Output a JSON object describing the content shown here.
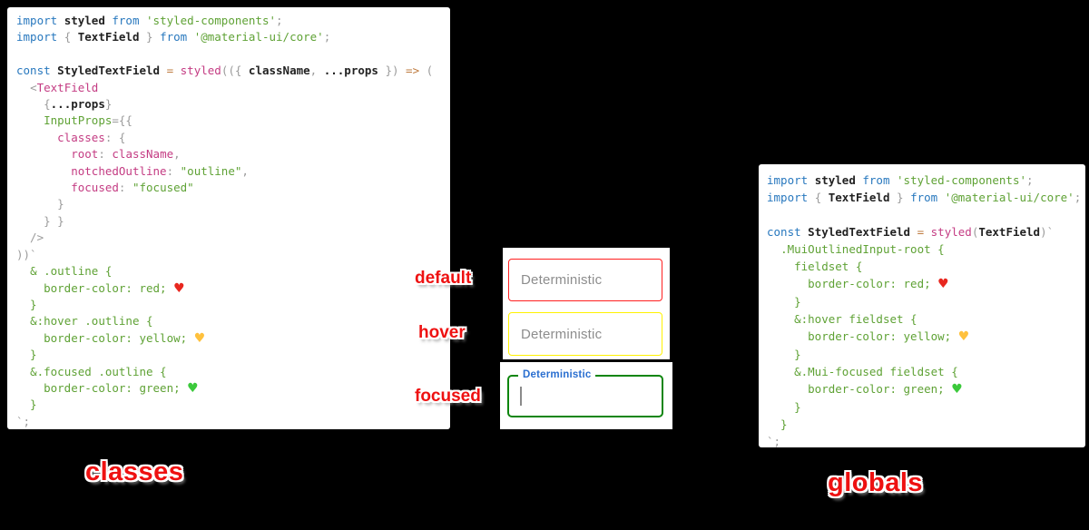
{
  "page": {
    "background": "#000000"
  },
  "colors": {
    "sticker_red": "#ee1111",
    "keyword_blue": "#2878be",
    "string_green": "#5fa235",
    "property_pink": "#c43c83",
    "operator_orange": "#be7a3e",
    "punctuation_gray": "#9b9b9b",
    "placeholder_gray": "#8d8d8d"
  },
  "demo": {
    "state_labels": {
      "default": "default",
      "hover": "hover",
      "focused": "focused"
    },
    "fields": {
      "default": {
        "placeholder": "Deterministic",
        "border_color": "#ff1f1f"
      },
      "hover": {
        "placeholder": "Deterministic",
        "border_color": "#fff200"
      },
      "focused": {
        "label": "Deterministic",
        "border_color": "#0d850d",
        "label_color": "#2a6fd0"
      }
    }
  },
  "panels": {
    "classes": {
      "caption": "classes",
      "lines": [
        [
          [
            "import",
            "kw"
          ],
          [
            " ",
            "pl"
          ],
          [
            "styled",
            "id"
          ],
          [
            " ",
            "pl"
          ],
          [
            "from",
            "kw"
          ],
          [
            " ",
            "pl"
          ],
          [
            "'styled-components'",
            "str"
          ],
          [
            ";",
            "pn"
          ]
        ],
        [
          [
            "import",
            "kw"
          ],
          [
            " ",
            "pl"
          ],
          [
            "{",
            "pn"
          ],
          [
            " ",
            "pl"
          ],
          [
            "TextField",
            "id"
          ],
          [
            " ",
            "pl"
          ],
          [
            "}",
            "pn"
          ],
          [
            " ",
            "pl"
          ],
          [
            "from",
            "kw"
          ],
          [
            " ",
            "pl"
          ],
          [
            "'@material-ui/core'",
            "str"
          ],
          [
            ";",
            "pn"
          ]
        ],
        [],
        [
          [
            "const",
            "kw"
          ],
          [
            " ",
            "pl"
          ],
          [
            "StyledTextField",
            "id"
          ],
          [
            " ",
            "pl"
          ],
          [
            "=",
            "op"
          ],
          [
            " ",
            "pl"
          ],
          [
            "styled",
            "pk"
          ],
          [
            "(({ ",
            "pn"
          ],
          [
            "className",
            "id"
          ],
          [
            ", ",
            "pn"
          ],
          [
            "...props",
            "id"
          ],
          [
            " }) ",
            "pn"
          ],
          [
            "=>",
            "op"
          ],
          [
            " (",
            "pn"
          ]
        ],
        [
          [
            "  ",
            "pl"
          ],
          [
            "<",
            "pn"
          ],
          [
            "TextField",
            "pk"
          ]
        ],
        [
          [
            "    ",
            "pl"
          ],
          [
            "{",
            "pn"
          ],
          [
            "...props",
            "id"
          ],
          [
            "}",
            "pn"
          ]
        ],
        [
          [
            "    ",
            "pl"
          ],
          [
            "InputProps",
            "str"
          ],
          [
            "={{",
            "pn"
          ]
        ],
        [
          [
            "      ",
            "pl"
          ],
          [
            "classes",
            "pk"
          ],
          [
            ": {",
            "pn"
          ]
        ],
        [
          [
            "        ",
            "pl"
          ],
          [
            "root",
            "pk"
          ],
          [
            ": ",
            "pn"
          ],
          [
            "className",
            "pk"
          ],
          [
            ",",
            "pn"
          ]
        ],
        [
          [
            "        ",
            "pl"
          ],
          [
            "notchedOutline",
            "pk"
          ],
          [
            ": ",
            "pn"
          ],
          [
            "\"outline\"",
            "str"
          ],
          [
            ",",
            "pn"
          ]
        ],
        [
          [
            "        ",
            "pl"
          ],
          [
            "focused",
            "pk"
          ],
          [
            ": ",
            "pn"
          ],
          [
            "\"focused\"",
            "str"
          ]
        ],
        [
          [
            "      }",
            "pn"
          ]
        ],
        [
          [
            "    } }",
            "pn"
          ]
        ],
        [
          [
            "  />",
            "pn"
          ]
        ],
        [
          [
            "))`",
            "pn"
          ]
        ],
        [
          [
            "  ",
            "pl"
          ],
          [
            "& .outline {",
            "css"
          ]
        ],
        [
          [
            "    ",
            "pl"
          ],
          [
            "border-color: red; ",
            "css"
          ],
          [
            "♥",
            "hr"
          ]
        ],
        [
          [
            "  }",
            "css"
          ]
        ],
        [
          [
            "  ",
            "pl"
          ],
          [
            "&:hover .outline {",
            "css"
          ]
        ],
        [
          [
            "    ",
            "pl"
          ],
          [
            "border-color: yellow; ",
            "css"
          ],
          [
            "♥",
            "hy"
          ]
        ],
        [
          [
            "  }",
            "css"
          ]
        ],
        [
          [
            "  ",
            "pl"
          ],
          [
            "&.focused .outline {",
            "css"
          ]
        ],
        [
          [
            "    ",
            "pl"
          ],
          [
            "border-color: green; ",
            "css"
          ],
          [
            "♥",
            "hg"
          ]
        ],
        [
          [
            "  }",
            "css"
          ]
        ],
        [
          [
            "`;",
            "pn"
          ]
        ]
      ]
    },
    "globals": {
      "caption": "globals",
      "lines": [
        [
          [
            "import",
            "kw"
          ],
          [
            " ",
            "pl"
          ],
          [
            "styled",
            "id"
          ],
          [
            " ",
            "pl"
          ],
          [
            "from",
            "kw"
          ],
          [
            " ",
            "pl"
          ],
          [
            "'styled-components'",
            "str"
          ],
          [
            ";",
            "pn"
          ]
        ],
        [
          [
            "import",
            "kw"
          ],
          [
            " ",
            "pl"
          ],
          [
            "{",
            "pn"
          ],
          [
            " ",
            "pl"
          ],
          [
            "TextField",
            "id"
          ],
          [
            " ",
            "pl"
          ],
          [
            "}",
            "pn"
          ],
          [
            " ",
            "pl"
          ],
          [
            "from",
            "kw"
          ],
          [
            " ",
            "pl"
          ],
          [
            "'@material-ui/core'",
            "str"
          ],
          [
            ";",
            "pn"
          ]
        ],
        [],
        [
          [
            "const",
            "kw"
          ],
          [
            " ",
            "pl"
          ],
          [
            "StyledTextField",
            "id"
          ],
          [
            " ",
            "pl"
          ],
          [
            "=",
            "op"
          ],
          [
            " ",
            "pl"
          ],
          [
            "styled",
            "pk"
          ],
          [
            "(",
            "pn"
          ],
          [
            "TextField",
            "id"
          ],
          [
            ")`",
            "pn"
          ]
        ],
        [
          [
            "  ",
            "pl"
          ],
          [
            ".MuiOutlinedInput-root {",
            "css"
          ]
        ],
        [
          [
            "    ",
            "pl"
          ],
          [
            "fieldset {",
            "css"
          ]
        ],
        [
          [
            "      ",
            "pl"
          ],
          [
            "border-color: red; ",
            "css"
          ],
          [
            "♥",
            "hr"
          ]
        ],
        [
          [
            "    }",
            "css"
          ]
        ],
        [
          [
            "    ",
            "pl"
          ],
          [
            "&:hover fieldset {",
            "css"
          ]
        ],
        [
          [
            "      ",
            "pl"
          ],
          [
            "border-color: yellow; ",
            "css"
          ],
          [
            "♥",
            "hy"
          ]
        ],
        [
          [
            "    }",
            "css"
          ]
        ],
        [
          [
            "    ",
            "pl"
          ],
          [
            "&.Mui-focused fieldset {",
            "css"
          ]
        ],
        [
          [
            "      ",
            "pl"
          ],
          [
            "border-color: green; ",
            "css"
          ],
          [
            "♥",
            "hg"
          ]
        ],
        [
          [
            "    }",
            "css"
          ]
        ],
        [
          [
            "  }",
            "css"
          ]
        ],
        [
          [
            "`;",
            "pn"
          ]
        ]
      ]
    }
  }
}
